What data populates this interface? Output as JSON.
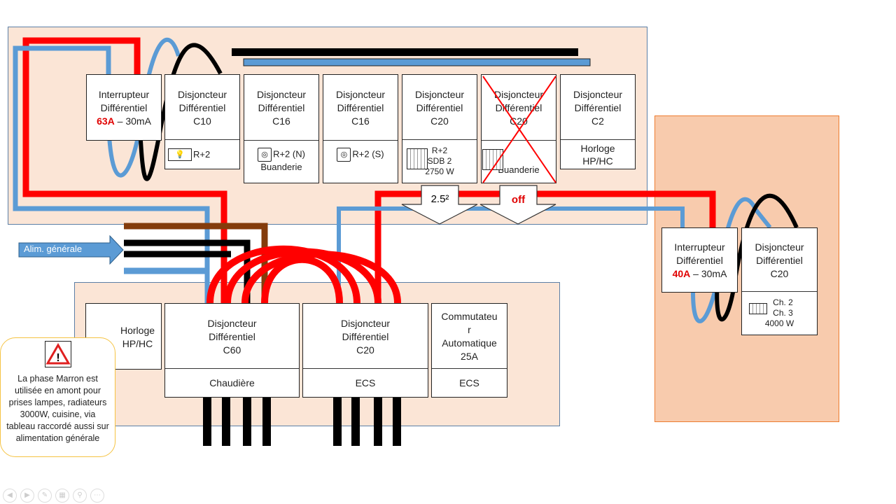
{
  "colors": {
    "red": "#ff0000",
    "blue": "#5b9bd5",
    "black": "#000000",
    "brown": "#843c0c",
    "panel_light": "#fbe5d6",
    "panel_orange": "#f8cbad",
    "panel_orange_border": "#ed7d31"
  },
  "top_panel": {
    "main_switch": {
      "l1": "Interrupteur",
      "l2": "Différentiel",
      "rating": "63A",
      "sens": " – 30mA"
    },
    "breakers": [
      {
        "l1": "Disjoncteur",
        "l2": "Différentiel",
        "rating": "C10",
        "icon": "lamp-icon",
        "label": "R+2"
      },
      {
        "l1": "Disjoncteur",
        "l2": "Différentiel",
        "rating": "C16",
        "icon": "socket-icon",
        "label": "R+2 (N)",
        "label2": "Buanderie"
      },
      {
        "l1": "Disjoncteur",
        "l2": "Différentiel",
        "rating": "C16",
        "icon": "socket-icon",
        "label": "R+2 (S)"
      },
      {
        "l1": "Disjoncteur",
        "l2": "Différentiel",
        "rating": "C20",
        "icon": "radiator-icon",
        "label": "R+2",
        "label2": "SDB 2",
        "label3": "2750 W"
      },
      {
        "l1": "Disjoncteur",
        "l2": "Différentiel",
        "rating": "C20",
        "icon": "radiator-icon",
        "label": "Buanderie",
        "crossed": true
      },
      {
        "l1": "Disjoncteur",
        "l2": "Différentiel",
        "rating": "C2",
        "label": "Horloge",
        "label2": "HP/HC"
      }
    ],
    "arrow1": "2.5²",
    "arrow2": "off"
  },
  "feed": {
    "label": "Alim. générale"
  },
  "bottom_panel": {
    "clock": {
      "l1": "Horloge",
      "l2": "HP/HC"
    },
    "c60": {
      "l1": "Disjoncteur",
      "l2": "Différentiel",
      "rating": "C60",
      "label": "Chaudière"
    },
    "c20": {
      "l1": "Disjoncteur",
      "l2": "Différentiel",
      "rating": "C20",
      "label": "ECS"
    },
    "switch": {
      "l1": "Commutateu",
      "l2": "r",
      "l3": "Automatique",
      "l4": "25A",
      "label": "ECS"
    }
  },
  "right_panel": {
    "main_switch": {
      "l1": "Interrupteur",
      "l2": "Différentiel",
      "rating": "40A",
      "sens": " – 30mA"
    },
    "breaker": {
      "l1": "Disjoncteur",
      "l2": "Différentiel",
      "rating": "C20",
      "label": "Ch. 2",
      "label2": "Ch. 3",
      "label3": "4000 W"
    }
  },
  "note": {
    "text": "La phase Marron est utilisée en amont pour prises lampes, radiateurs 3000W, cuisine, via tableau raccordé aussi sur alimentation générale"
  }
}
